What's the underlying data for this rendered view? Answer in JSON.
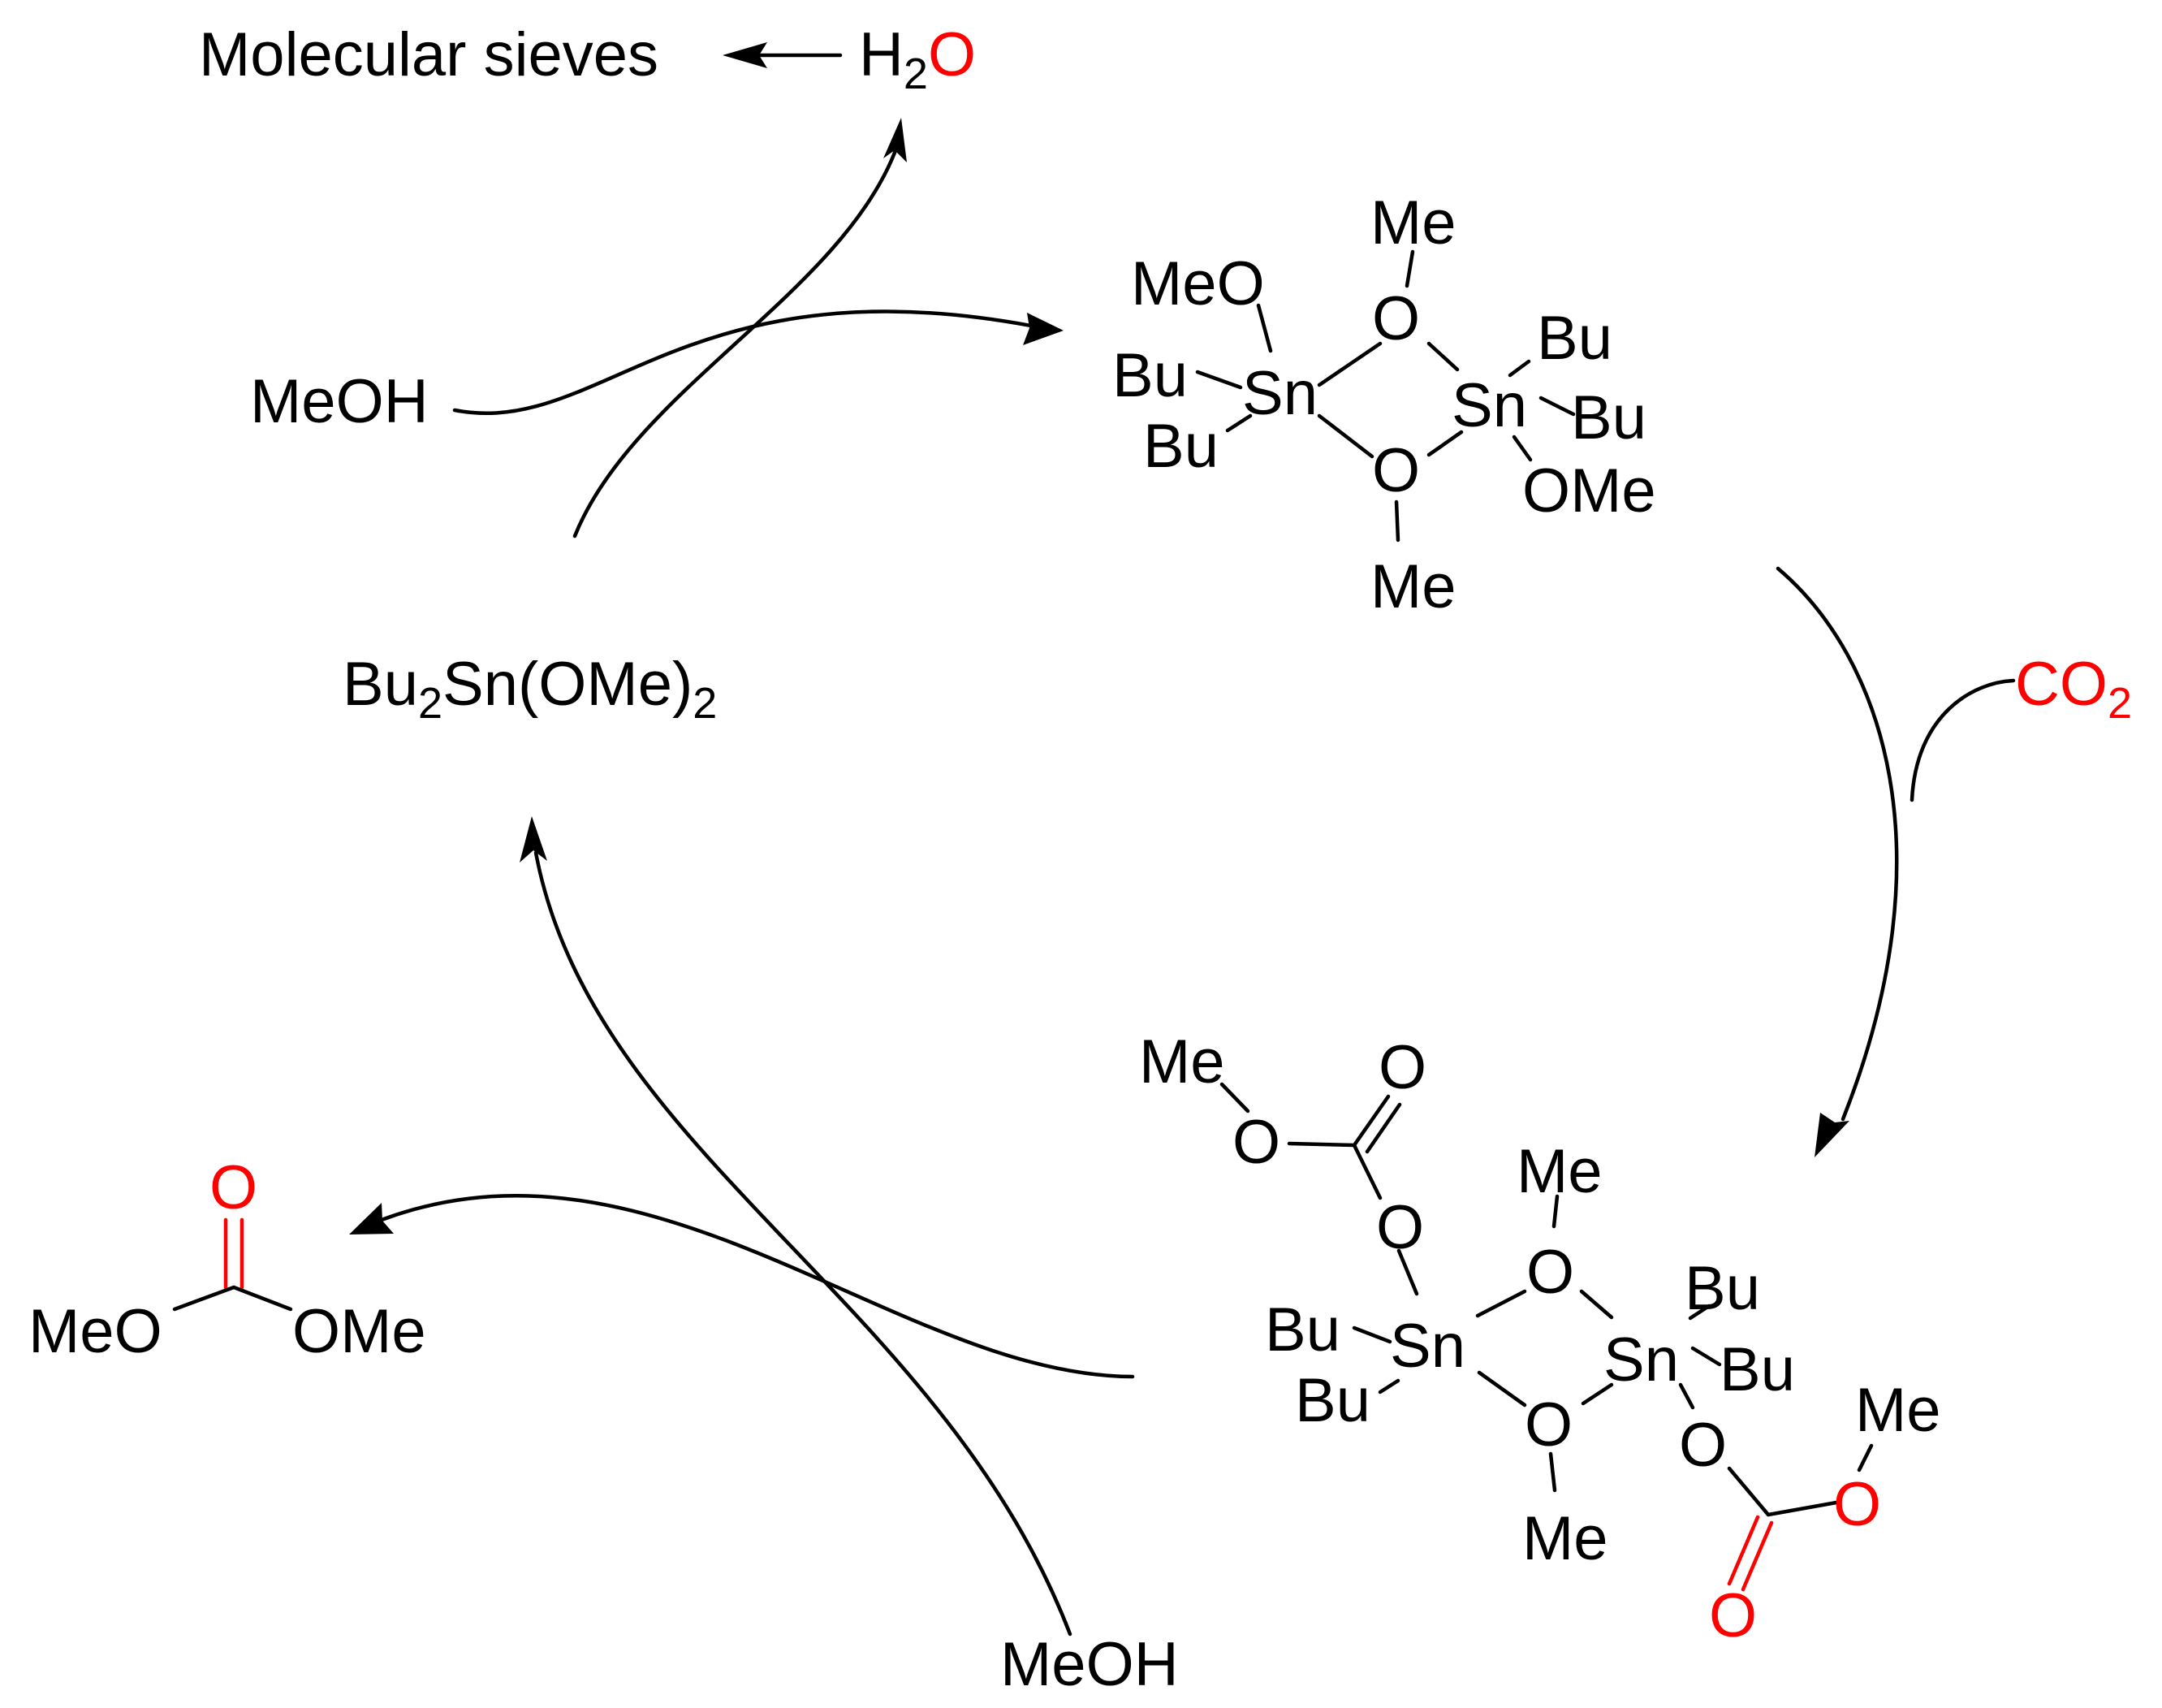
{
  "labels": {
    "molecular_sieves": "Molecular sieves",
    "water": {
      "h": "H",
      "sub": "2",
      "o": "O"
    },
    "meoh_top": "MeOH",
    "meoh_bottom": "MeOH",
    "co2": {
      "co": "CO",
      "sub": "2"
    },
    "monomer": {
      "bu": "Bu",
      "sub1": "2",
      "sn": "Sn(OMe)",
      "sub2": "2"
    },
    "dimer_top": {
      "me_top": "Me",
      "meo": "MeO",
      "o_top": "O",
      "bu_r1": "Bu",
      "bu_l1": "Bu",
      "sn_left": "Sn",
      "sn_right": "Sn",
      "bu_r2": "Bu",
      "bu_l2": "Bu",
      "o_bottom": "O",
      "ome": "OMe",
      "me_bottom": "Me"
    },
    "dimer_carbonate": {
      "me_carb_top": "Me",
      "o_carbonyl_top": "O",
      "o_ester_top": "O",
      "o_link_top": "O",
      "me_top": "Me",
      "o_top": "O",
      "bu_r1": "Bu",
      "bu_l1": "Bu",
      "sn_left": "Sn",
      "sn_right": "Sn",
      "bu_r2": "Bu",
      "bu_l2": "Bu",
      "o_bottom": "O",
      "o_link_bottom": "O",
      "me_carb_bottom": "Me",
      "o_ester_bottom": "O",
      "me_bottom": "Me",
      "o_carbonyl_bottom": "O"
    },
    "dmc": {
      "o_carbonyl": "O",
      "meo": "MeO",
      "ome": "OMe"
    }
  },
  "colors": {
    "ink": "#000000",
    "highlight": "#ff0000"
  }
}
